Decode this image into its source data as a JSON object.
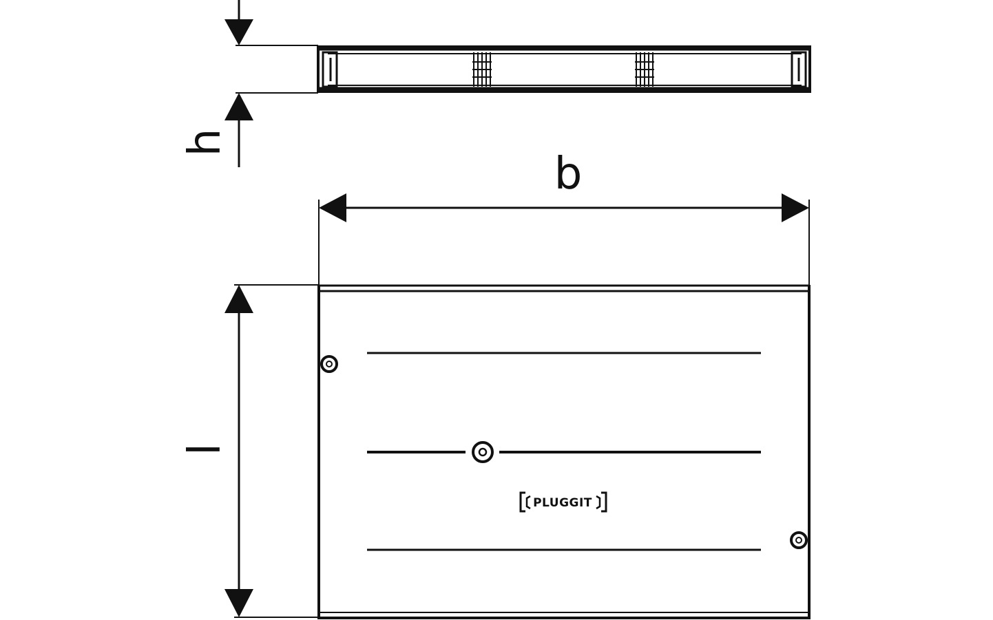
{
  "labels": {
    "height": "h",
    "width": "b",
    "length": "l"
  },
  "brand": {
    "text": "PLUGGIT"
  },
  "colors": {
    "line": "#111111",
    "background": "#ffffff"
  }
}
